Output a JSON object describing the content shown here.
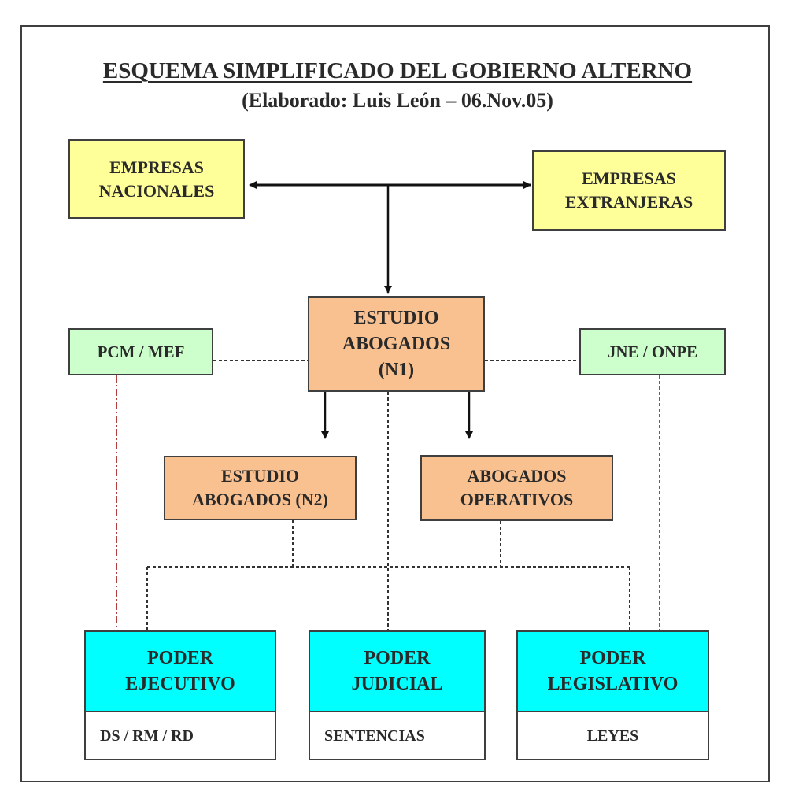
{
  "title": "ESQUEMA SIMPLIFICADO DEL GOBIERNO ALTERNO",
  "subtitle": "(Elaborado: Luis León – 06.Nov.05)",
  "boxes": {
    "empresas_nacionales": "EMPRESAS\nNACIONALES",
    "empresas_extranjeras": "EMPRESAS\nEXTRANJERAS",
    "estudio_abogados_n1": "ESTUDIO\nABOGADOS\n(N1)",
    "pcm_mef": "PCM / MEF",
    "jne_onpe": "JNE / ONPE",
    "estudio_abogados_n2": "ESTUDIO\nABOGADOS (N2)",
    "abogados_operativos": "ABOGADOS\nOPERATIVOS",
    "poder_ejecutivo": "PODER\nEJECUTIVO",
    "poder_judicial": "PODER\nJUDICIAL",
    "poder_legislativo": "PODER\nLEGISLATIVO"
  },
  "outputs": {
    "ejecutivo": "DS / RM / RD",
    "judicial": "SENTENCIAS",
    "legislativo": "LEYES"
  },
  "colors": {
    "yellow": "#ffff99",
    "green": "#ccffcc",
    "orange": "#f9c090",
    "cyan": "#00ffff",
    "dashed_red": "#b04040",
    "line": "#222222"
  }
}
